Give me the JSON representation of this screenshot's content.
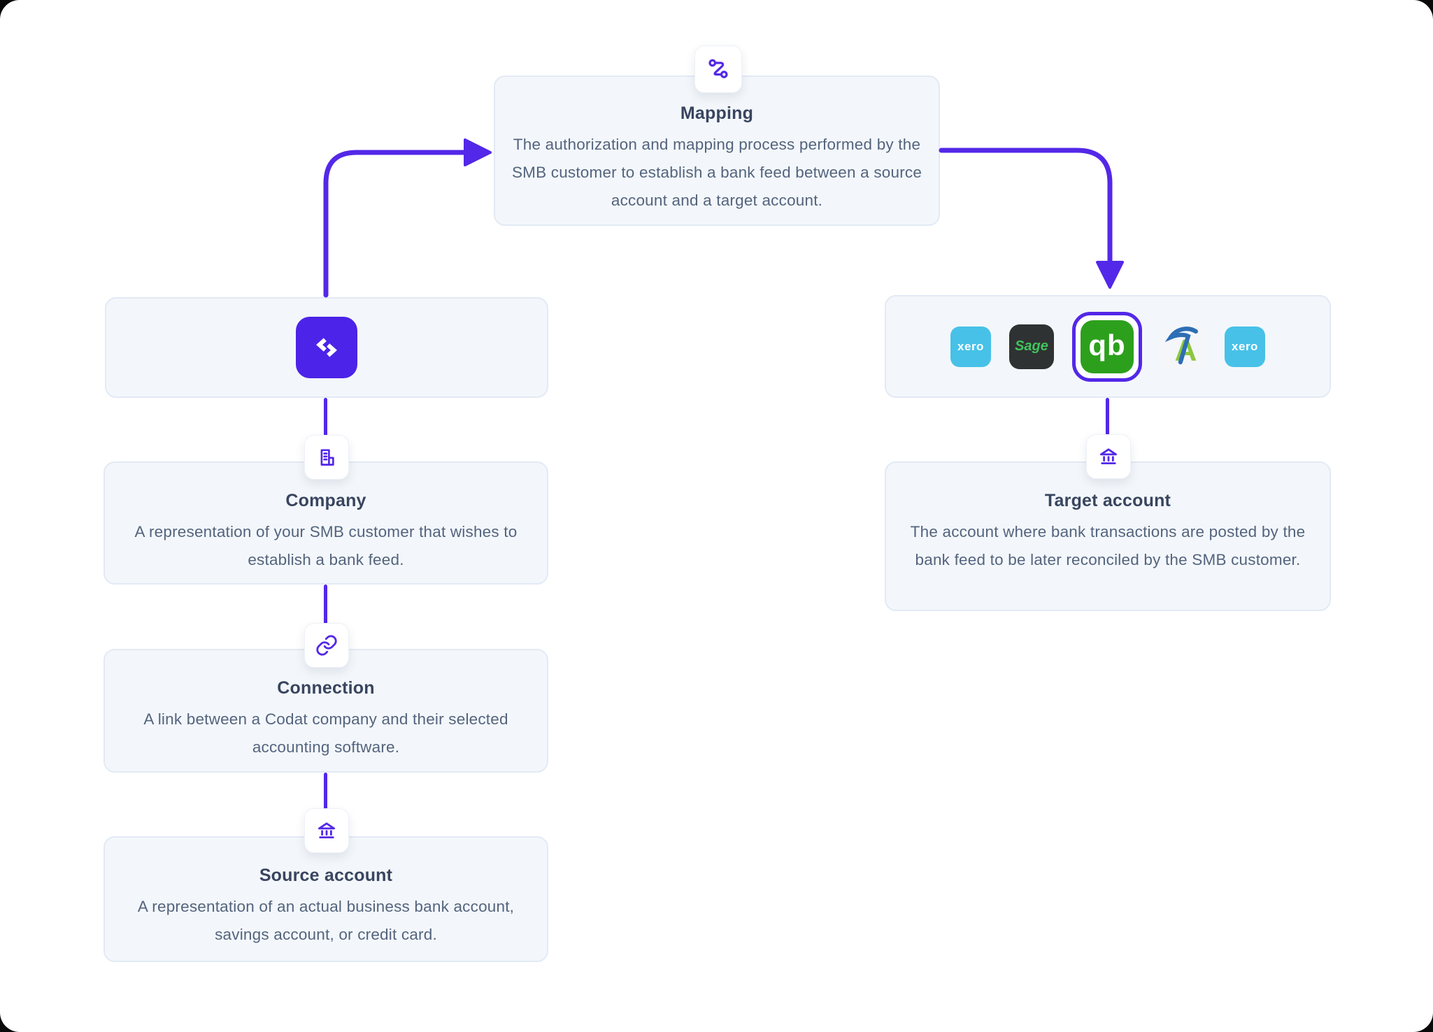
{
  "colors": {
    "accent_purple": "#5328e8",
    "codat_purple": "#4c23e8",
    "card_background": "#f3f7fb",
    "card_border": "#e3eaf5",
    "title_text": "#39455f",
    "body_text": "#54647e",
    "xero_blue": "#47c1e8",
    "sage_background": "#2f3232",
    "sage_green": "#41c35c",
    "quickbooks_green": "#2ca01c",
    "freeagent_green": "#8cc63f",
    "freeagent_blue": "#2e6eb4"
  },
  "nodes": {
    "mapping": {
      "icon": "route-icon",
      "title": "Mapping",
      "body": "The authorization and mapping process performed by the SMB customer to establish a bank feed between a source account and a target account."
    },
    "codat": {
      "icon": "codat-logo"
    },
    "company": {
      "icon": "building-icon",
      "title": "Company",
      "body": "A representation of your SMB customer that wishes to establish a bank feed."
    },
    "connection": {
      "icon": "link-icon",
      "title": "Connection",
      "body": "A link between a Codat company and their selected accounting software."
    },
    "source_account": {
      "icon": "bank-icon",
      "title": "Source account",
      "body": "A representation of an actual business bank account, savings account, or credit card."
    },
    "target_account": {
      "icon": "bank-icon",
      "title": "Target account",
      "body": "The account where bank transactions are posted by the bank feed to be later reconciled by the SMB customer."
    }
  },
  "logos": {
    "selected": "quickbooks",
    "xero_left": {
      "label": "xero"
    },
    "sage": {
      "label": "Sage"
    },
    "quickbooks": {
      "label": "qb"
    },
    "freeagent": {
      "label": "A"
    },
    "xero_right": {
      "label": "xero"
    }
  }
}
